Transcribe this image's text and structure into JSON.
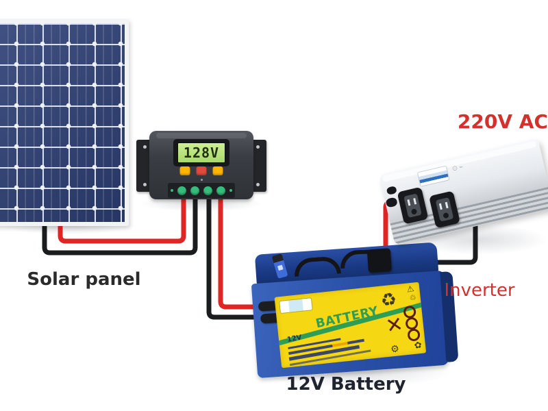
{
  "labels": {
    "solar_panel": "Solar panel",
    "battery": "12V Battery",
    "inverter": "Inverter",
    "ac_output": "220V AC"
  },
  "controller": {
    "display_value": "128V",
    "button_colors": [
      "yellow",
      "red",
      "yellow"
    ],
    "terminal_count": 4
  },
  "battery": {
    "title": "BATTERY",
    "model": "12V"
  },
  "icons": {
    "recycle": "♻",
    "recycle_alt": "♲",
    "warning": "⚠",
    "cross": "✕",
    "gear": "⚙",
    "flower": "✿"
  },
  "colors": {
    "wire-red": "#e02525",
    "wire-black": "#1b1c1e",
    "red-text": "#d3312e",
    "dark-text": "#2b2b2b",
    "panel-blue": "#2c3e74",
    "lcd-green": "#a8d96a",
    "battery-yellow": "#f6d714",
    "battery-green": "#2e9d56",
    "battery-blue": "#2d54aa",
    "inverter-silver": "#dfe2e6"
  },
  "connections": [
    {
      "from": "solar-panel",
      "to": "charge-controller",
      "wires": [
        "red",
        "black"
      ]
    },
    {
      "from": "charge-controller",
      "to": "battery",
      "wires": [
        "red",
        "black"
      ]
    },
    {
      "from": "battery",
      "to": "inverter",
      "wires": [
        "red",
        "black"
      ]
    }
  ]
}
